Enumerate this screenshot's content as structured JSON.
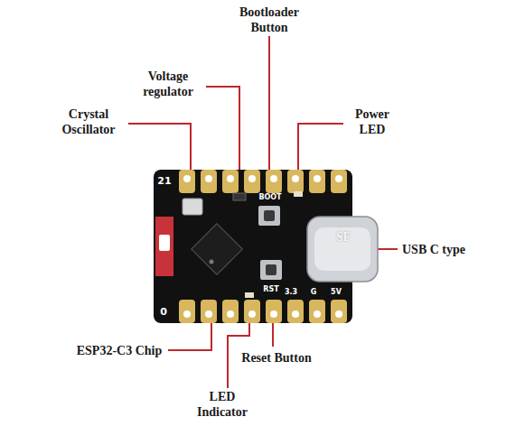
{
  "diagram": {
    "labels": [
      "Bootloader Button",
      "Voltage regulator",
      "Crystal Oscillator",
      "Power LED",
      "USB C type",
      "ESP32-C3 Chip",
      "Reset Button",
      "LED Indicator",
      "21",
      "0",
      "BOOT",
      "RST",
      "3.3",
      "G",
      "5V",
      "SF"
    ]
  }
}
